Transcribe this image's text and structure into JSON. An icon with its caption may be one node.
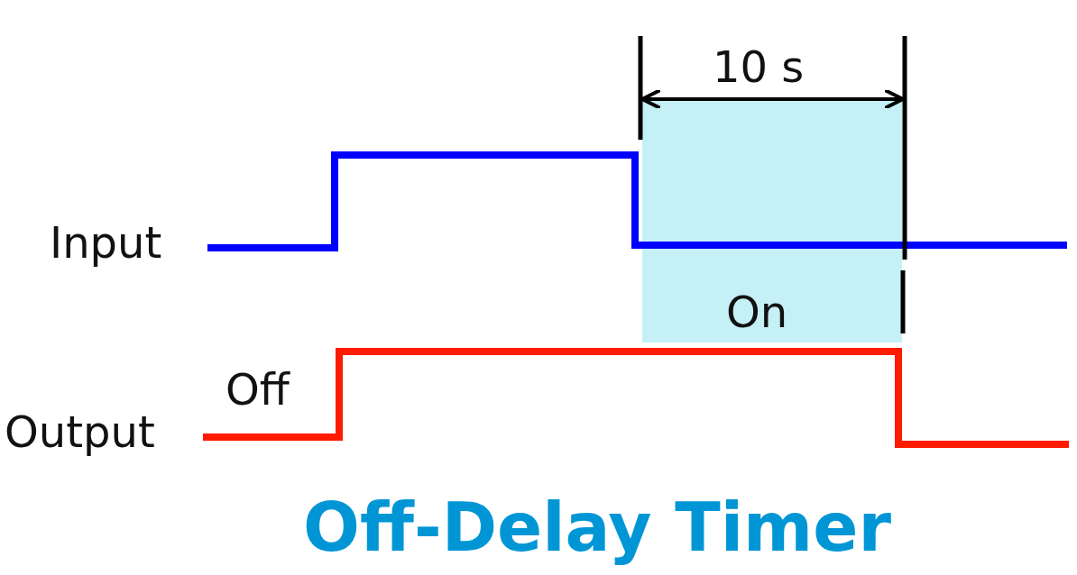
{
  "diagram": {
    "title": "Off-Delay Timer",
    "labels": [
      "10 s",
      "Input",
      "On",
      "Off",
      "Output"
    ]
  }
}
